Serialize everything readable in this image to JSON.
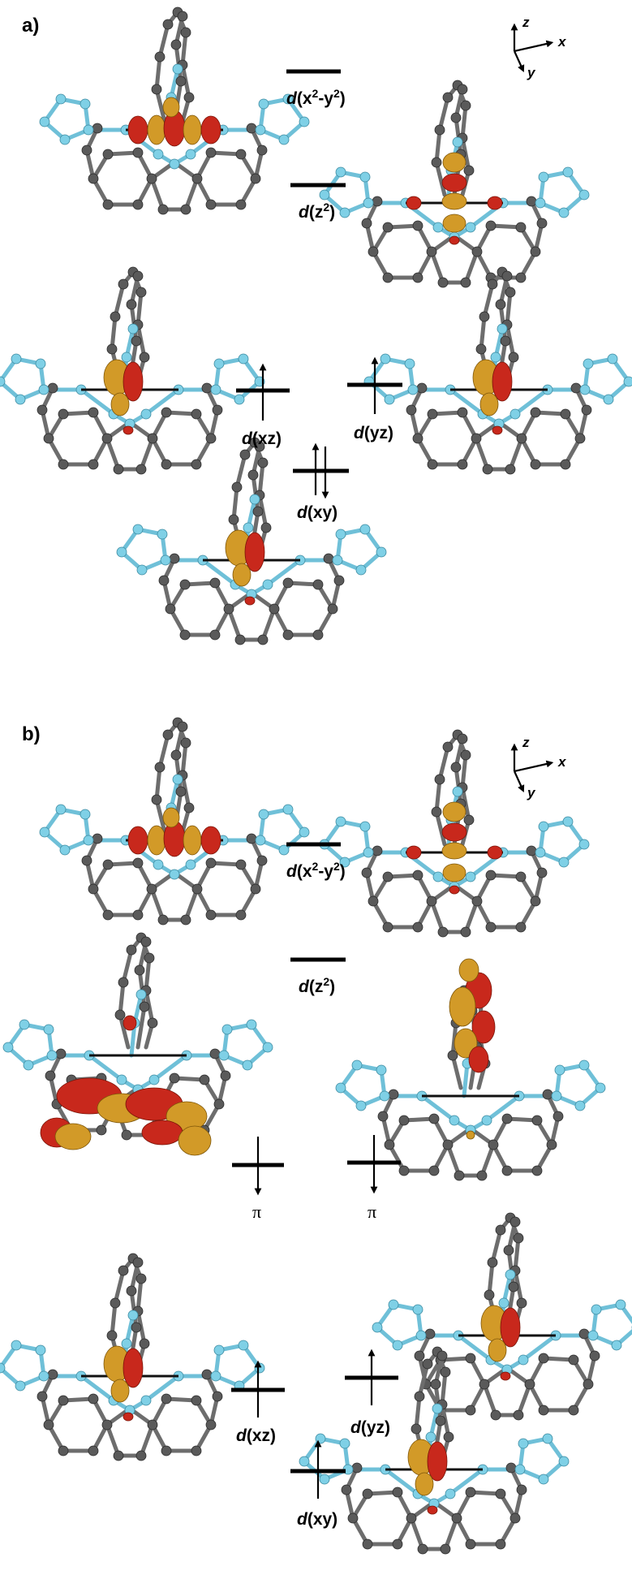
{
  "panels": [
    {
      "label": "a)",
      "axes": {
        "z": "z",
        "x": "x",
        "y": "y"
      },
      "orbitals": [
        {
          "prefix": "d",
          "paren_open": "(",
          "body": "x",
          "sup1": "2",
          "mid": "-y",
          "sup2": "2",
          "paren_close": ")"
        },
        {
          "prefix": "d",
          "paren_open": "(",
          "body": "z",
          "sup1": "2",
          "paren_close": ")"
        },
        {
          "prefix": "d",
          "text": "(xz)"
        },
        {
          "prefix": "d",
          "text": "(yz)"
        },
        {
          "prefix": "d",
          "text": "(xy)"
        }
      ]
    },
    {
      "label": "b)",
      "axes": {
        "z": "z",
        "x": "x",
        "y": "y"
      },
      "orbitals": [
        {
          "prefix": "d",
          "paren_open": "(",
          "body": "x",
          "sup1": "2",
          "mid": "-y",
          "sup2": "2",
          "paren_close": ")"
        },
        {
          "prefix": "d",
          "paren_open": "(",
          "body": "z",
          "sup1": "2",
          "paren_close": ")"
        },
        {
          "text": "π"
        },
        {
          "text": "π"
        },
        {
          "prefix": "d",
          "text": "(xz)"
        },
        {
          "prefix": "d",
          "text": "(yz)"
        },
        {
          "prefix": "d",
          "text": "(xy)"
        }
      ]
    }
  ]
}
